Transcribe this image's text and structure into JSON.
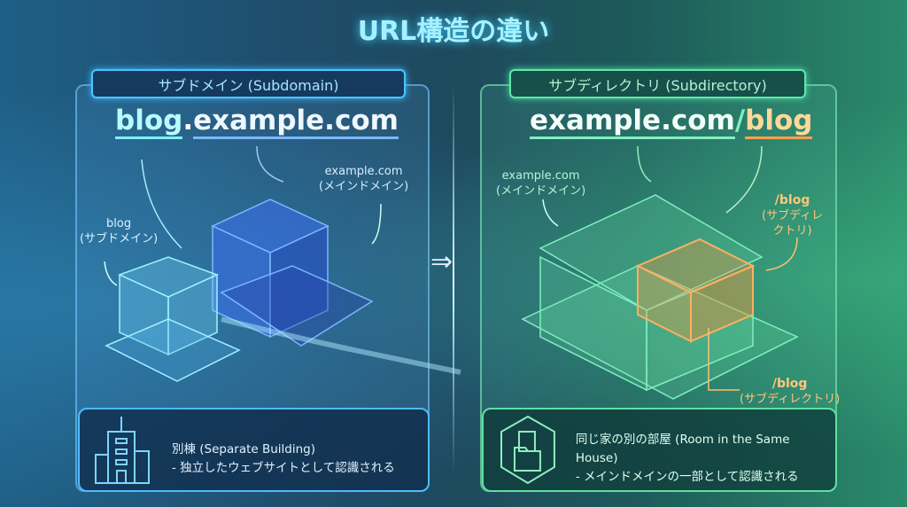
{
  "title": "URL構造の違い",
  "left": {
    "tag": "サブドメイン (Subdomain)",
    "url_sub": "blog",
    "url_dot": ".",
    "url_main": "example.com",
    "label_sub": {
      "name": "blog",
      "note": "(サブドメイン)"
    },
    "label_main": {
      "name": "example.com",
      "note": "(メインドメイン)"
    },
    "bottom": {
      "title": "別棟 (Separate Building)",
      "desc": "- 独立したウェブサイトとして認識される",
      "icon": "building-icon"
    }
  },
  "right": {
    "tag": "サブディレクトリ (Subdirectory)",
    "url_main": "example.com",
    "url_slash": "/",
    "url_sub": "blog",
    "label_main": {
      "name": "example.com",
      "note": "(メインドメイン)"
    },
    "label_sub_top": {
      "name": "/blog",
      "note1": "(サブディレ",
      "note2": "クトリ)"
    },
    "label_sub_bottom": {
      "name": "/blog",
      "note": "(サブディレクトリ)"
    },
    "bottom": {
      "title": "同じ家の別の部屋 (Room in the Same House)",
      "desc": "- メインドメインの一部として認識される",
      "icon": "folder-document-icon"
    }
  },
  "arrow": "⇒",
  "colors": {
    "blue": "#4cc4ff",
    "green": "#5ee8a8",
    "orange": "#ffb060"
  }
}
